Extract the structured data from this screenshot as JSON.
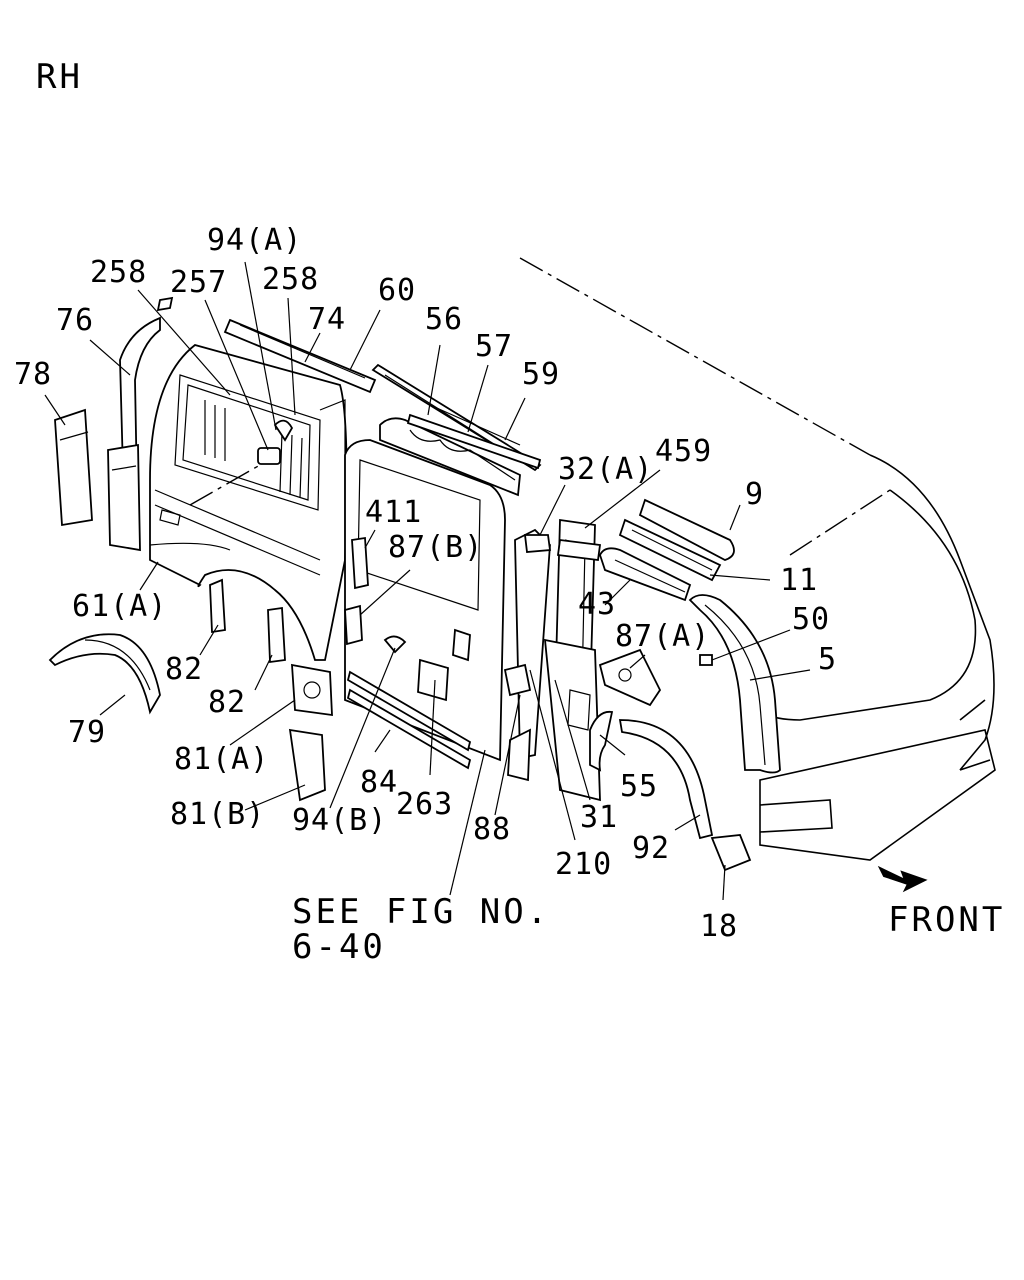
{
  "corner_label": "RH",
  "callouts": [
    {
      "id": "c-94a",
      "text": "94(A)"
    },
    {
      "id": "c-258-left",
      "text": "258"
    },
    {
      "id": "c-257",
      "text": "257"
    },
    {
      "id": "c-258-right",
      "text": "258"
    },
    {
      "id": "c-60",
      "text": "60"
    },
    {
      "id": "c-74",
      "text": "74"
    },
    {
      "id": "c-76",
      "text": "76"
    },
    {
      "id": "c-56",
      "text": "56"
    },
    {
      "id": "c-57",
      "text": "57"
    },
    {
      "id": "c-59",
      "text": "59"
    },
    {
      "id": "c-78",
      "text": "78"
    },
    {
      "id": "c-32a",
      "text": "32(A)"
    },
    {
      "id": "c-459",
      "text": "459"
    },
    {
      "id": "c-9",
      "text": "9"
    },
    {
      "id": "c-411",
      "text": "411"
    },
    {
      "id": "c-87b",
      "text": "87(B)"
    },
    {
      "id": "c-11",
      "text": "11"
    },
    {
      "id": "c-61a",
      "text": "61(A)"
    },
    {
      "id": "c-43",
      "text": "43"
    },
    {
      "id": "c-50",
      "text": "50"
    },
    {
      "id": "c-87a",
      "text": "87(A)"
    },
    {
      "id": "c-5",
      "text": "5"
    },
    {
      "id": "c-82-top",
      "text": "82"
    },
    {
      "id": "c-82-bottom",
      "text": "82"
    },
    {
      "id": "c-79",
      "text": "79"
    },
    {
      "id": "c-81a",
      "text": "81(A)"
    },
    {
      "id": "c-55",
      "text": "55"
    },
    {
      "id": "c-84",
      "text": "84"
    },
    {
      "id": "c-81b",
      "text": "81(B)"
    },
    {
      "id": "c-94b",
      "text": "94(B)"
    },
    {
      "id": "c-263",
      "text": "263"
    },
    {
      "id": "c-88",
      "text": "88"
    },
    {
      "id": "c-31",
      "text": "31"
    },
    {
      "id": "c-92",
      "text": "92"
    },
    {
      "id": "c-210",
      "text": "210"
    },
    {
      "id": "c-18",
      "text": "18"
    }
  ],
  "reference_note": {
    "line1": "SEE FIG NO.",
    "line2": "6-40"
  },
  "direction_label": "FRONT"
}
